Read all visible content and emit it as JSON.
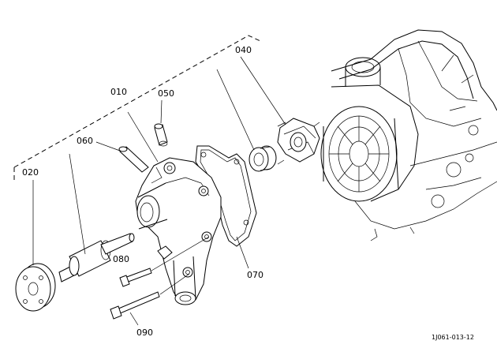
{
  "labels": {
    "p010": "010",
    "p020": "020",
    "p040": "040",
    "p050": "050",
    "p060": "060",
    "p070": "070",
    "p080": "080",
    "p090": "090"
  },
  "figure_code": "1J061-013-12"
}
